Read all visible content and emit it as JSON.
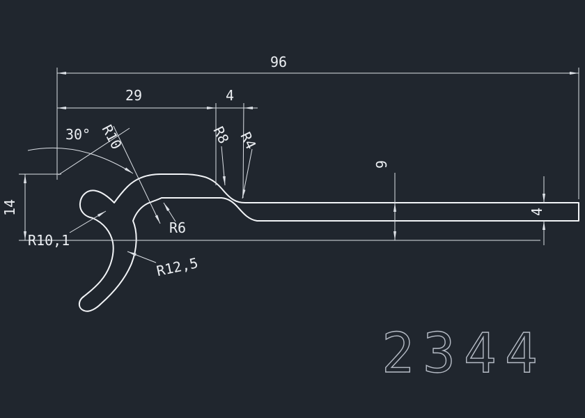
{
  "app": {
    "background_color": "#20262e",
    "line_color": "#f2f4f7",
    "dimension_color": "#dde1e7",
    "part_number_color": "#b7bdc7"
  },
  "drawing": {
    "part_number": "2344",
    "dimensions": {
      "width_total": "96",
      "width_hood": "29",
      "width_step": "4",
      "angle": "30°",
      "height_left": "14",
      "height_tail": "9",
      "thickness_tail": "4"
    },
    "radii": {
      "hood_outer": "R10",
      "bend_upper": "R8",
      "bend_lower": "R4",
      "hood_inner": "R6",
      "claw_inner": "R10,1",
      "claw_outer": "R12,5"
    }
  }
}
